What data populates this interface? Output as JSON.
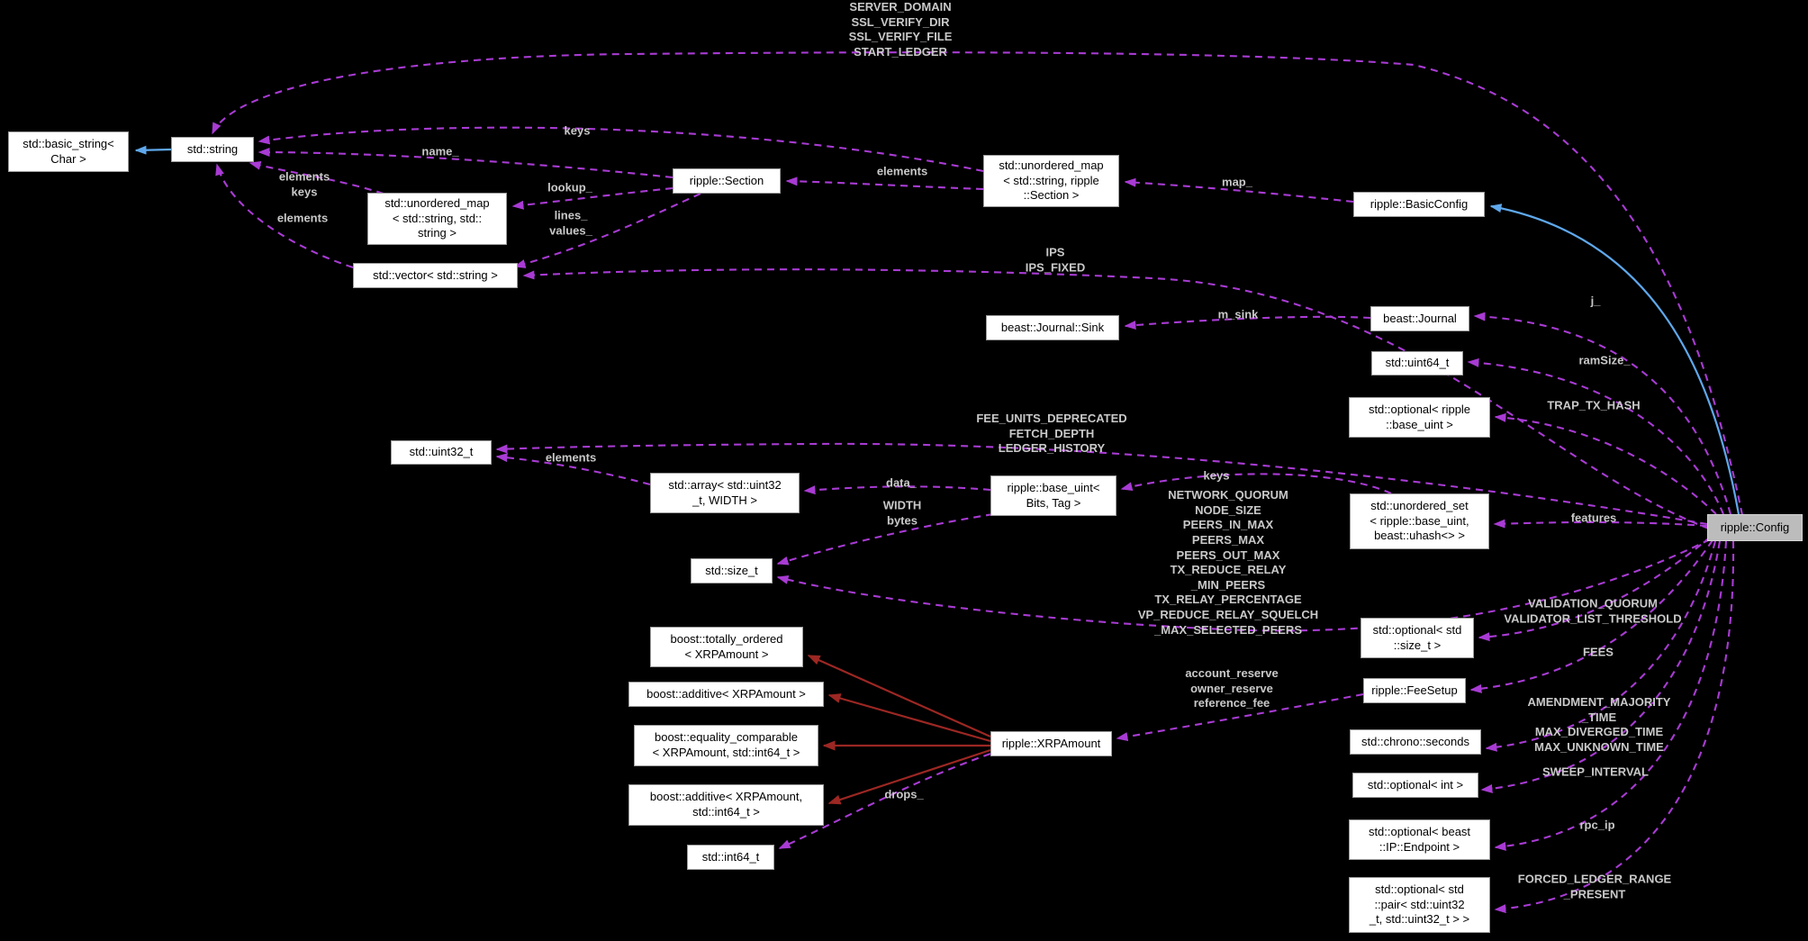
{
  "colors": {
    "background": "#000000",
    "node_fill": "#ffffff",
    "node_border": "#9c9c9c",
    "highlight_node_fill": "#bcbcbc",
    "usage_edge": "#a83bd3",
    "public_inheritance_edge": "#5fa8ec",
    "private_inheritance_edge": "#9c2723",
    "edge_label_text": "#c9c9c9"
  },
  "nodes": {
    "basic_string": "std::basic_string<\nChar >",
    "string": "std::string",
    "section": "ripple::Section",
    "map_string_section": "std::unordered_map\n< std::string, ripple\n::Section >",
    "map_string_string": "std::unordered_map\n< std::string, std::\nstring >",
    "vector_string": "std::vector< std::string >",
    "basic_config": "ripple::BasicConfig",
    "journal_sink": "beast::Journal::Sink",
    "journal": "beast::Journal",
    "uint64_t": "std::uint64_t",
    "optional_base_uint": "std::optional< ripple\n::base_uint >",
    "uint32_t": "std::uint32_t",
    "array_uint32": "std::array< std::uint32\n_t, WIDTH >",
    "base_uint": "ripple::base_uint<\nBits, Tag >",
    "unordered_set": "std::unordered_set\n< ripple::base_uint,\nbeast::uhash<> >",
    "size_t": "std::size_t",
    "totally_ordered": "boost::totally_ordered\n< XRPAmount >",
    "additive_xrp": "boost::additive< XRPAmount >",
    "equality_comparable": "boost::equality_comparable\n< XRPAmount, std::int64_t >",
    "additive_xrp_int64": "boost::additive< XRPAmount,\nstd::int64_t >",
    "xrp_amount": "ripple::XRPAmount",
    "int64_t": "std::int64_t",
    "optional_size_t": "std::optional< std\n::size_t >",
    "fee_setup": "ripple::FeeSetup",
    "chrono_seconds": "std::chrono::seconds",
    "optional_int": "std::optional< int >",
    "optional_endpoint": "std::optional< beast\n::IP::Endpoint >",
    "optional_pair": "std::optional< std\n::pair< std::uint32\n_t, std::uint32_t > >",
    "config": "ripple::Config"
  },
  "edge_labels": {
    "server_domain": "SERVER_DOMAIN\nSSL_VERIFY_DIR\nSSL_VERIFY_FILE\nSTART_LEDGER",
    "keys_strings": "keys",
    "name": "name_",
    "elements_keys": "elements\nkeys",
    "elements_strings": "elements",
    "lookup": "lookup_",
    "lines_values": "lines_\nvalues_",
    "elements_sections": "elements",
    "map": "map_",
    "ips": "IPS\nIPS_FIXED",
    "m_sink": "m_sink",
    "j": "j_",
    "ram_size": "ramSize_",
    "trap_tx_hash": "TRAP_TX_HASH",
    "ledger_history": "FEE_UNITS_DEPRECATED\nFETCH_DEPTH\nLEDGER_HISTORY",
    "elements_uint32": "elements",
    "data": "data_",
    "width_bytes": "WIDTH\nbytes",
    "keys_base_uint": "keys",
    "network_quorum": "NETWORK_QUORUM\nNODE_SIZE\nPEERS_IN_MAX\nPEERS_MAX\nPEERS_OUT_MAX\nTX_REDUCE_RELAY\n_MIN_PEERS\nTX_RELAY_PERCENTAGE\nVP_REDUCE_RELAY_SQUELCH\n_MAX_SELECTED_PEERS",
    "features": "features",
    "validation_quorum": "VALIDATION_QUORUM\nVALIDATOR_LIST_THRESHOLD",
    "fees": "FEES",
    "reserves": "account_reserve\nowner_reserve\nreference_fee",
    "amendment": "AMENDMENT_MAJORITY\n_TIME\nMAX_DIVERGED_TIME\nMAX_UNKNOWN_TIME",
    "sweep_interval": "SWEEP_INTERVAL",
    "rpc_ip": "rpc_ip",
    "forced_ledger": "FORCED_LEDGER_RANGE\n_PRESENT",
    "drops": "drops_"
  }
}
